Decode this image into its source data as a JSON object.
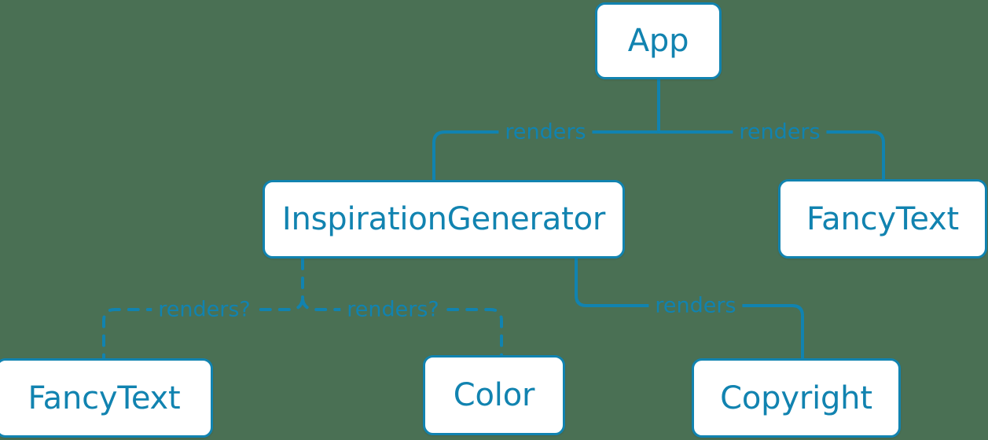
{
  "diagram": {
    "type": "component-tree",
    "background_color": "#4a7054",
    "accent_color": "#1183b0",
    "node_fill_color": "#ffffff",
    "nodes": [
      {
        "id": "app",
        "label": "App"
      },
      {
        "id": "inspiration",
        "label": "InspirationGenerator"
      },
      {
        "id": "fancytext_right",
        "label": "FancyText"
      },
      {
        "id": "fancytext_left",
        "label": "FancyText"
      },
      {
        "id": "color",
        "label": "Color"
      },
      {
        "id": "copyright",
        "label": "Copyright"
      }
    ],
    "edges": [
      {
        "id": "app_inspiration",
        "from": "app",
        "to": "inspiration",
        "label": "renders",
        "style": "solid"
      },
      {
        "id": "app_fancytext",
        "from": "app",
        "to": "fancytext_right",
        "label": "renders",
        "style": "solid"
      },
      {
        "id": "insp_fancytext",
        "from": "inspiration",
        "to": "fancytext_left",
        "label": "renders?",
        "style": "dashed"
      },
      {
        "id": "insp_color",
        "from": "inspiration",
        "to": "color",
        "label": "renders?",
        "style": "dashed"
      },
      {
        "id": "insp_copyright",
        "from": "inspiration",
        "to": "copyright",
        "label": "renders",
        "style": "solid"
      }
    ]
  }
}
